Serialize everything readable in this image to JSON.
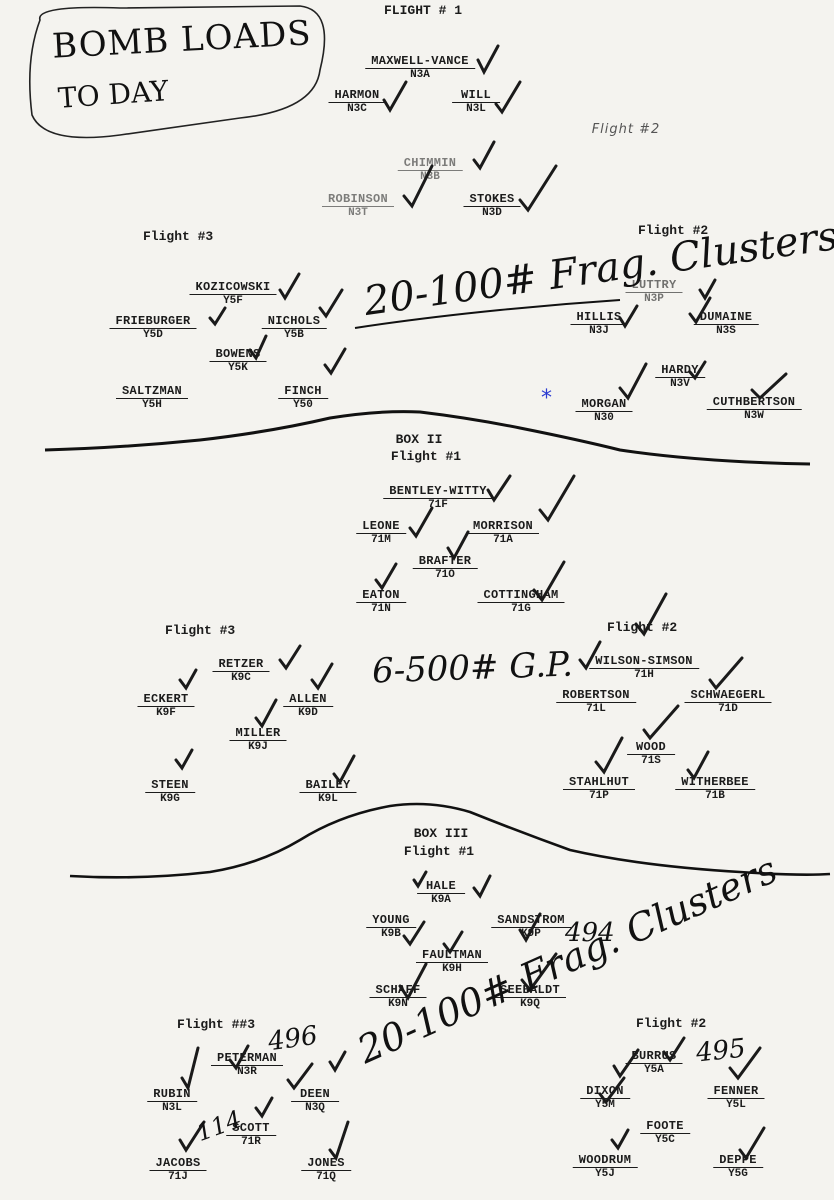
{
  "stamp_note": {
    "line1": "BOMB LOADS",
    "line2": "TO DAY"
  },
  "box1": {
    "flight1": {
      "header": "FLIGHT # 1",
      "crews": [
        {
          "name": "MAXWELL-VANCE",
          "aircraft": "N3A"
        },
        {
          "name": "HARMON",
          "aircraft": "N3C"
        },
        {
          "name": "WILL",
          "aircraft": "N3L"
        },
        {
          "name": "CHIMMIN",
          "aircraft": "N3B"
        },
        {
          "name": "ROBINSON",
          "aircraft": "N3T"
        },
        {
          "name": "STOKES",
          "aircraft": "N3D"
        }
      ]
    },
    "faint_stamp": "Flight #2",
    "flight3": {
      "header": "Flight #3",
      "crews": [
        {
          "name": "KOZICOWSKI",
          "aircraft": "Y5F"
        },
        {
          "name": "FRIEBURGER",
          "aircraft": "Y5D"
        },
        {
          "name": "NICHOLS",
          "aircraft": "Y5B"
        },
        {
          "name": "BOWENS",
          "aircraft": "Y5K"
        },
        {
          "name": "SALTZMAN",
          "aircraft": "Y5H"
        },
        {
          "name": "FINCH",
          "aircraft": "Y50"
        }
      ]
    },
    "flight2": {
      "header": "Flight #2",
      "crews": [
        {
          "name": "LUTTRY",
          "aircraft": "N3P"
        },
        {
          "name": "HILLIS",
          "aircraft": "N3J"
        },
        {
          "name": "DUMAINE",
          "aircraft": "N3S"
        },
        {
          "name": "HARDY",
          "aircraft": "N3V"
        },
        {
          "name": "MORGAN",
          "aircraft": "N30"
        },
        {
          "name": "CUTHBERTSON",
          "aircraft": "N3W"
        }
      ]
    },
    "load_note": "20-100# Frag. Clusters",
    "marker": "*"
  },
  "box2": {
    "header": "BOX II",
    "flight1": {
      "header": "Flight #1",
      "crews": [
        {
          "name": "BENTLEY-WITTY",
          "aircraft": "71F"
        },
        {
          "name": "LEONE",
          "aircraft": "71M"
        },
        {
          "name": "MORRISON",
          "aircraft": "71A"
        },
        {
          "name": "BRAFTER",
          "aircraft": "71O"
        },
        {
          "name": "EATON",
          "aircraft": "71N"
        },
        {
          "name": "COTTINGHAM",
          "aircraft": "71G"
        }
      ]
    },
    "flight3": {
      "header": "Flight #3",
      "crews": [
        {
          "name": "RETZER",
          "aircraft": "K9C"
        },
        {
          "name": "ECKERT",
          "aircraft": "K9F"
        },
        {
          "name": "ALLEN",
          "aircraft": "K9D"
        },
        {
          "name": "MILLER",
          "aircraft": "K9J"
        },
        {
          "name": "STEEN",
          "aircraft": "K9G"
        },
        {
          "name": "BAILEY",
          "aircraft": "K9L"
        }
      ]
    },
    "flight2": {
      "header": "Flight #2",
      "crews": [
        {
          "name": "WILSON-SIMSON",
          "aircraft": "71H"
        },
        {
          "name": "ROBERTSON",
          "aircraft": "71L"
        },
        {
          "name": "SCHWAEGERL",
          "aircraft": "71D"
        },
        {
          "name": "WOOD",
          "aircraft": "71S"
        },
        {
          "name": "STAHLHUT",
          "aircraft": "71P"
        },
        {
          "name": "WITHERBEE",
          "aircraft": "71B"
        }
      ]
    },
    "load_note": "6-500# G.P."
  },
  "box3": {
    "header": "BOX III",
    "flight1": {
      "header": "Flight #1",
      "crews": [
        {
          "name": "HALE",
          "aircraft": "K9A"
        },
        {
          "name": "YOUNG",
          "aircraft": "K9B"
        },
        {
          "name": "SANDSTROM",
          "aircraft": "K9P"
        },
        {
          "name": "FAULTMAN",
          "aircraft": "K9H"
        },
        {
          "name": "SCHAFF",
          "aircraft": "K9N"
        },
        {
          "name": "SEEBALDT",
          "aircraft": "K9Q"
        }
      ]
    },
    "flight3": {
      "header": "Flight ##3",
      "crews": [
        {
          "name": "PETERMAN",
          "aircraft": "N3R"
        },
        {
          "name": "RUBIN",
          "aircraft": "N3L"
        },
        {
          "name": "DEEN",
          "aircraft": "N3Q"
        },
        {
          "name": "SCOTT",
          "aircraft": "71R"
        },
        {
          "name": "JACOBS",
          "aircraft": "71J"
        },
        {
          "name": "JONES",
          "aircraft": "71Q"
        }
      ]
    },
    "flight2": {
      "header": "Flight #2",
      "crews": [
        {
          "name": "BURRUS",
          "aircraft": "Y5A"
        },
        {
          "name": "DIXON",
          "aircraft": "Y5M"
        },
        {
          "name": "FENNER",
          "aircraft": "Y5L"
        },
        {
          "name": "FOOTE",
          "aircraft": "Y5C"
        },
        {
          "name": "WOODRUM",
          "aircraft": "Y5J"
        },
        {
          "name": "DEPPE",
          "aircraft": "Y5G"
        }
      ]
    },
    "load_note": "20-100# Frag. Clusters",
    "numbers": [
      "494",
      "496",
      "495",
      "114"
    ]
  }
}
